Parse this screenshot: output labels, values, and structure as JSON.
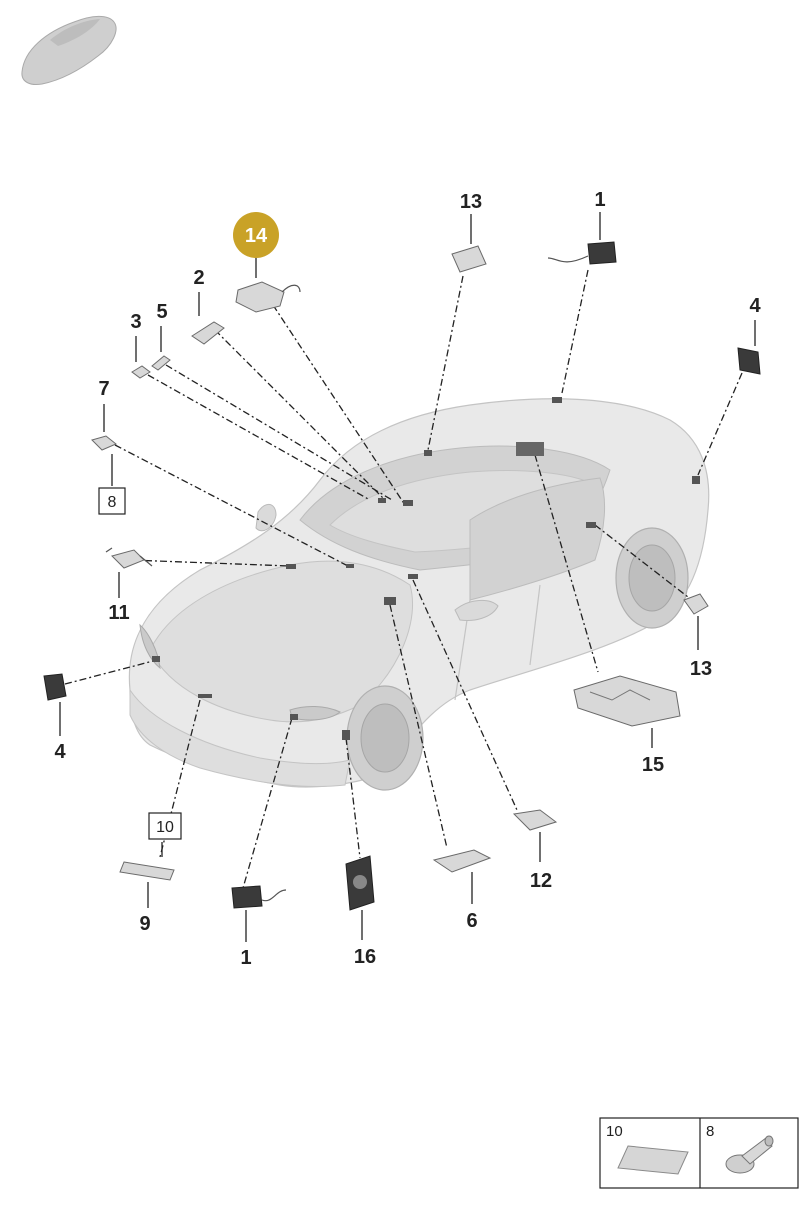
{
  "highlight_color": "#c9a227",
  "thumbnail": {
    "icon": "car-silhouette-icon"
  },
  "callouts": {
    "c14": "14",
    "c2": "2",
    "c3": "3",
    "c5": "5",
    "c7": "7",
    "c8_box": "8",
    "c11": "11",
    "c4_left": "4",
    "c10_box": "10",
    "c9": "9",
    "c1_bottom": "1",
    "c16": "16",
    "c6": "6",
    "c12": "12",
    "c15": "15",
    "c13_right": "13",
    "c4_right": "4",
    "c1_top": "1",
    "c13_top": "13"
  },
  "legend": {
    "cell_a_label": "10",
    "cell_b_label": "8",
    "cell_a_icon": "pad-icon",
    "cell_b_icon": "screw-icon"
  }
}
